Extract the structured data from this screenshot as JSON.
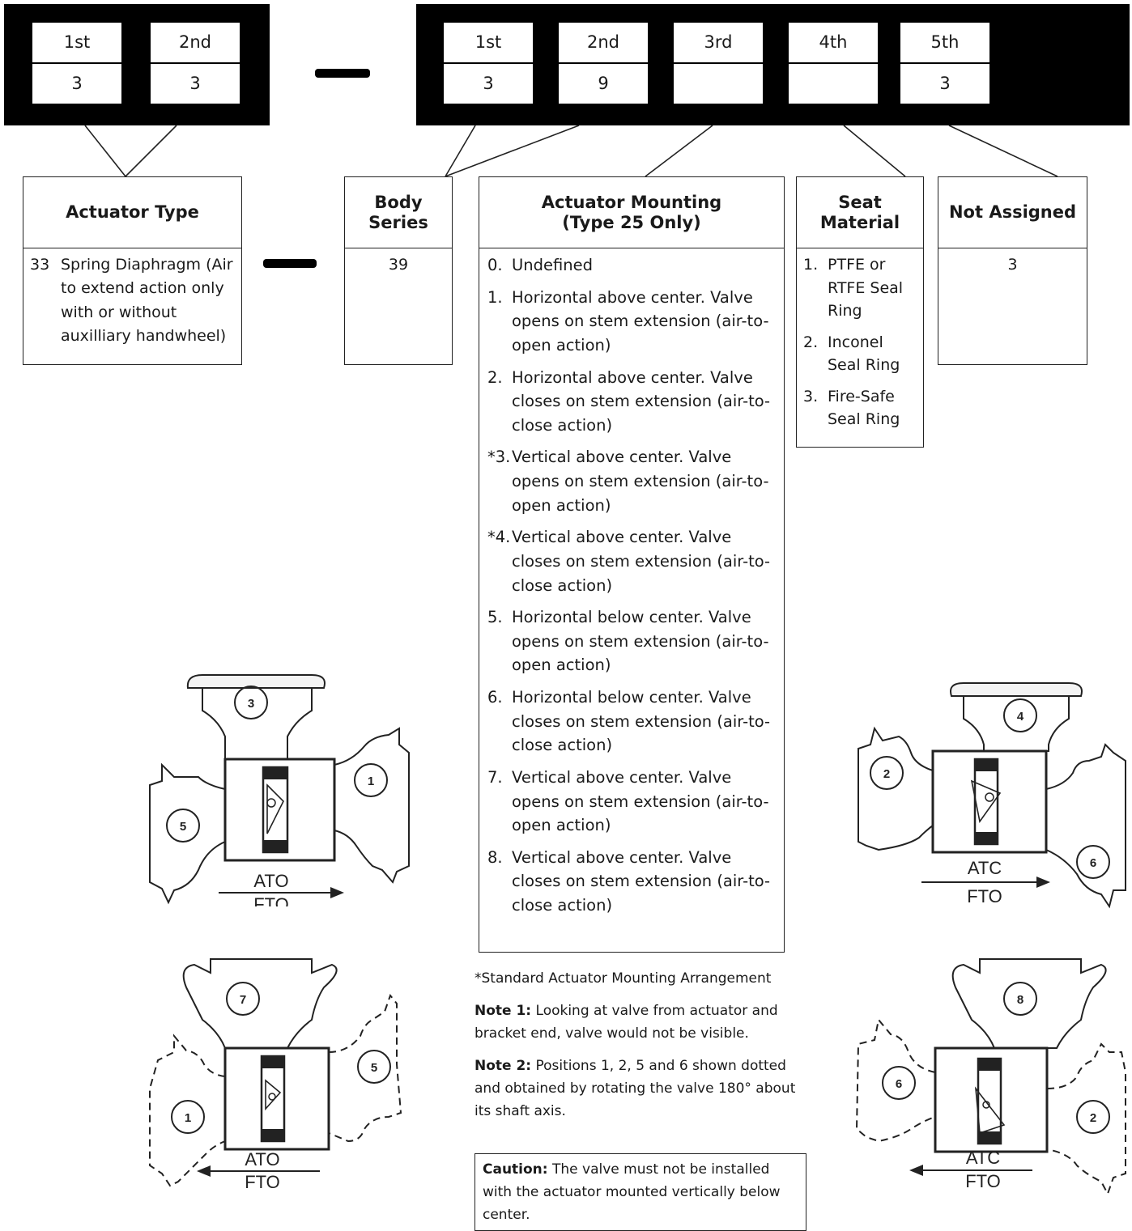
{
  "code_left": {
    "positions": [
      "1st",
      "2nd"
    ],
    "values": [
      "3",
      "3"
    ]
  },
  "code_right": {
    "positions": [
      "1st",
      "2nd",
      "3rd",
      "4th",
      "5th"
    ],
    "values": [
      "3",
      "9",
      "",
      "",
      "3"
    ]
  },
  "actuator_type": {
    "title": "Actuator Type",
    "code": "33",
    "desc": "Spring Diaphragm (Air to extend action only with or without auxilliary handwheel)"
  },
  "body_series": {
    "title_line1": "Body",
    "title_line2": "Series",
    "value": "39"
  },
  "actuator_mounting": {
    "title_line1": "Actuator Mounting",
    "title_line2": "(Type 25 Only)",
    "options": [
      {
        "num": "0.",
        "text": "Undefined"
      },
      {
        "num": "1.",
        "text": "Horizontal above center. Valve opens on stem extension (air-to-open action)"
      },
      {
        "num": "2.",
        "text": "Horizontal above center. Valve closes on stem extension (air-to-close action)"
      },
      {
        "num": "*3.",
        "text": "Vertical above center. Valve opens on stem extension (air-to-open action)"
      },
      {
        "num": "*4.",
        "text": "Vertical above center. Valve closes on stem extension (air-to-close action)"
      },
      {
        "num": "5.",
        "text": "Horizontal below center. Valve opens on stem extension (air-to-open action)"
      },
      {
        "num": "6.",
        "text": "Horizontal below center. Valve closes on stem extension (air-to-close action)"
      },
      {
        "num": "7.",
        "text": "Vertical above center. Valve opens on stem extension (air-to-open action)"
      },
      {
        "num": "8.",
        "text": "Vertical above center. Valve closes on stem extension (air-to-close action)"
      }
    ]
  },
  "seat_material": {
    "title_line1": "Seat",
    "title_line2": "Material",
    "options": [
      {
        "num": "1.",
        "text": "PTFE or RTFE Seal Ring"
      },
      {
        "num": "2.",
        "text": "Inconel Seal Ring"
      },
      {
        "num": "3.",
        "text": "Fire-Safe Seal Ring"
      }
    ]
  },
  "not_assigned": {
    "title": "Not Assigned",
    "value": "3"
  },
  "notes": {
    "standard": "*Standard Actuator Mounting Arrangement",
    "note1_label": "Note 1:",
    "note1_text": "Looking at valve from actuator and bracket end, valve would not be visible.",
    "note2_label": "Note 2:",
    "note2_text": "Positions 1, 2, 5 and 6 shown dotted and obtained by rotating the valve 180° about its shaft axis.",
    "caution_label": "Caution:",
    "caution_text": "The valve must not be installed with the actuator mounted vertically below center."
  },
  "figures": {
    "top_left": {
      "top": "3",
      "left": "5",
      "right": "1",
      "label_top": "ATO",
      "label_bottom": "FTO"
    },
    "bottom_left": {
      "top": "7",
      "left": "1",
      "right": "5",
      "label_top": "ATO",
      "label_bottom": "FTO"
    },
    "top_right": {
      "top": "4",
      "left": "2",
      "right": "6",
      "label_top": "ATC",
      "label_bottom": "FTO"
    },
    "bottom_right": {
      "top": "8",
      "left": "6",
      "right": "2",
      "label_top": "ATC",
      "label_bottom": "FTO"
    }
  }
}
